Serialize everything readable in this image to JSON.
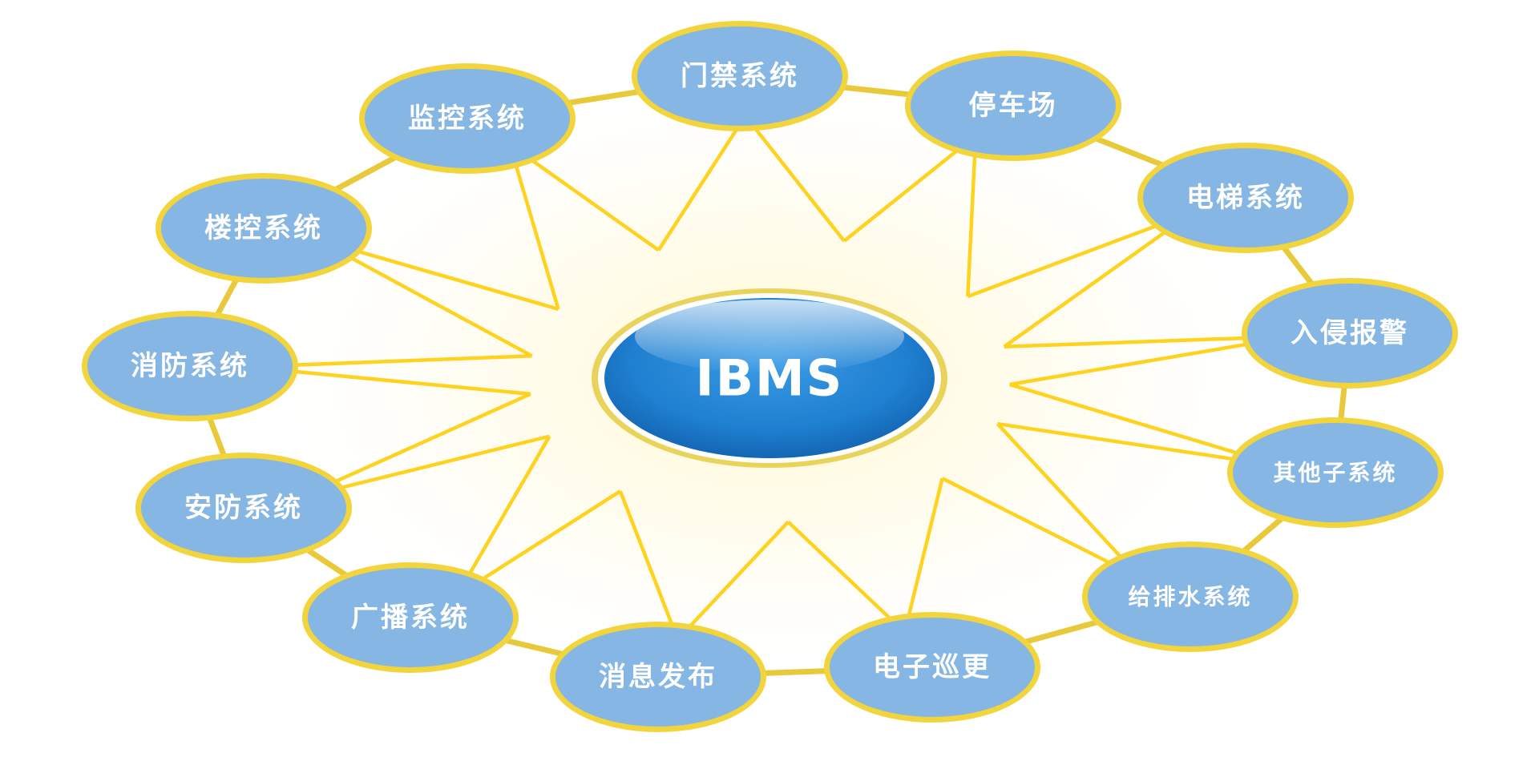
{
  "center": {
    "label": "IBMS"
  },
  "nodes": [
    {
      "id": "monitor",
      "label": "监控系统"
    },
    {
      "id": "access",
      "label": "门禁系统"
    },
    {
      "id": "parking",
      "label": "停车场"
    },
    {
      "id": "elevator",
      "label": "电梯系统"
    },
    {
      "id": "intrusion",
      "label": "入侵报警"
    },
    {
      "id": "other",
      "label": "其他子系统"
    },
    {
      "id": "water",
      "label": "给排水系统"
    },
    {
      "id": "patrol",
      "label": "电子巡更"
    },
    {
      "id": "info",
      "label": "消息发布"
    },
    {
      "id": "broadcast",
      "label": "广播系统"
    },
    {
      "id": "security",
      "label": "安防系统"
    },
    {
      "id": "fire",
      "label": "消防系统"
    },
    {
      "id": "building",
      "label": "楼控系统"
    }
  ],
  "colors": {
    "node_fill": "#86b6e3",
    "node_border": "#f2d43c",
    "center_fill": "#1f7fd0",
    "center_border": "#e9d35a",
    "link": "#ffd21f",
    "ring": "#e8c93a",
    "glow": "#fff6c2"
  }
}
